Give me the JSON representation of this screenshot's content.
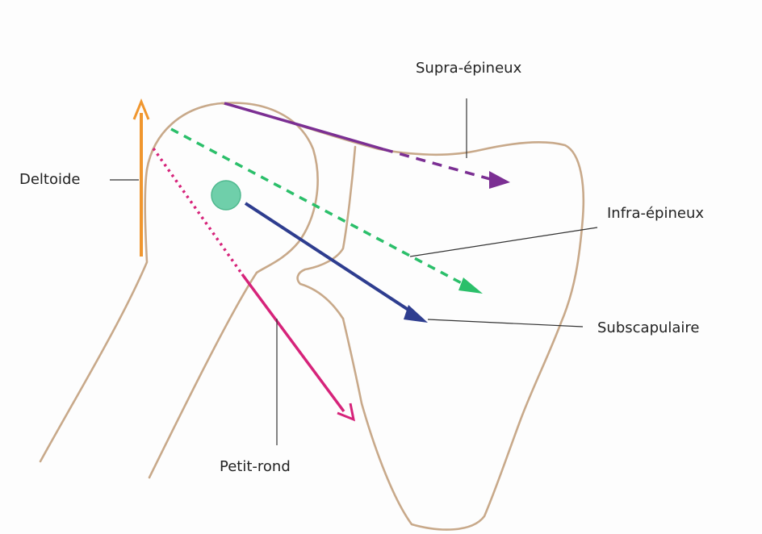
{
  "labels": {
    "supra": "Supra-épineux",
    "infra": "Infra-épineux",
    "subscap": "Subscapulaire",
    "deltoide": "Deltoide",
    "petit_rond": "Petit-rond"
  },
  "colors": {
    "bone_outline": "#c8a98a",
    "deltoide": "#f0962e",
    "supra": "#7b2f93",
    "infra": "#2bbf6a",
    "subscap": "#2e3d8f",
    "petit_rond": "#d6237a",
    "rotation_center": "#6fcfaa",
    "leader": "#333333"
  }
}
